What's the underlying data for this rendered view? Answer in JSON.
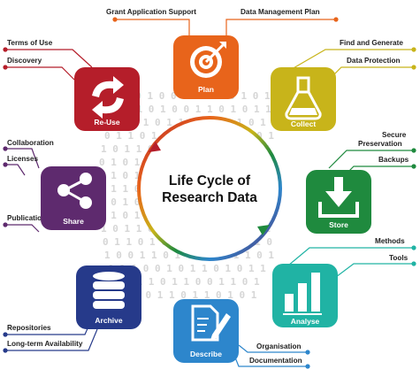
{
  "center": {
    "line1": "Life Cycle of",
    "line2": "Research Data"
  },
  "stages": {
    "plan": {
      "label": "Plan",
      "color": "#e8641b",
      "icon": "target-arrow-icon"
    },
    "collect": {
      "label": "Collect",
      "color": "#c8b41a",
      "icon": "flask-icon"
    },
    "store": {
      "label": "Store",
      "color": "#1f8a3e",
      "icon": "download-tray-icon"
    },
    "analyse": {
      "label": "Analyse",
      "color": "#20b3a4",
      "icon": "bar-chart-icon"
    },
    "describe": {
      "label": "Describe",
      "color": "#2d86cc",
      "icon": "document-pen-icon"
    },
    "archive": {
      "label": "Archive",
      "color": "#263a8a",
      "icon": "database-icon"
    },
    "share": {
      "label": "Share",
      "color": "#5e2a6e",
      "icon": "share-icon"
    },
    "reuse": {
      "label": "Re-Use",
      "color": "#b51e2a",
      "icon": "recycle-arrows-icon"
    }
  },
  "labels": {
    "grant_application_support": "Grant Application Support",
    "data_management_plan": "Data Management Plan",
    "find_and_generate": "Find and Generate",
    "data_protection": "Data Protection",
    "secure_preservation_1": "Secure",
    "secure_preservation_2": "Preservation",
    "backups": "Backups",
    "methods": "Methods",
    "tools": "Tools",
    "organisation": "Organisation",
    "documentation": "Documentation",
    "repositories": "Repositories",
    "long_term_availability": "Long-term Availability",
    "publication": "Publication",
    "licenses": "Licenses",
    "collaboration": "Collaboration",
    "terms_of_use": "Terms of Use",
    "discovery": "Discovery"
  }
}
